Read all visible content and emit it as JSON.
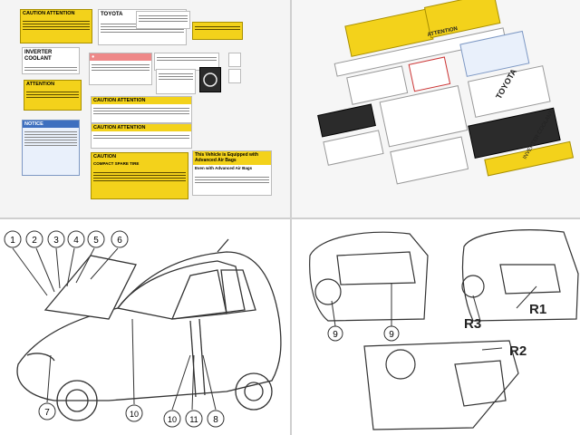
{
  "panel_top_left": {
    "labels": {
      "toyota_brand": "TOYOTA",
      "inverter_coolant": "INVERTER COOLANT",
      "notice": "NOTICE",
      "caution": "CAUTION",
      "attention": "ATTENTION",
      "air_bag_text": "This Vehicle is Equipped with Advanced Air Bags",
      "air_bag_sub": "Even with Advanced Air Bags",
      "compact_spare": "COMPACT SPARE TIRE",
      "caution_attention": "CAUTION ATTENTION"
    }
  },
  "panel_top_right": {
    "labels": {
      "toyota_brand": "TOYOTA",
      "inverter_coolant": "INVERTER COOLANT",
      "attention": "ATTENTION"
    }
  },
  "panel_bottom_left": {
    "callouts_top": [
      "1",
      "2",
      "3",
      "4",
      "5",
      "6"
    ],
    "callouts_bottom": [
      "7",
      "10",
      "10",
      "11",
      "8"
    ]
  },
  "panel_bottom_right": {
    "callouts": [
      "9",
      "9",
      "R1",
      "R3",
      "R2"
    ]
  },
  "colors": {
    "label_yellow": "#f3d21b",
    "label_blue": "#3d6fbf",
    "line_art": "#333333"
  }
}
